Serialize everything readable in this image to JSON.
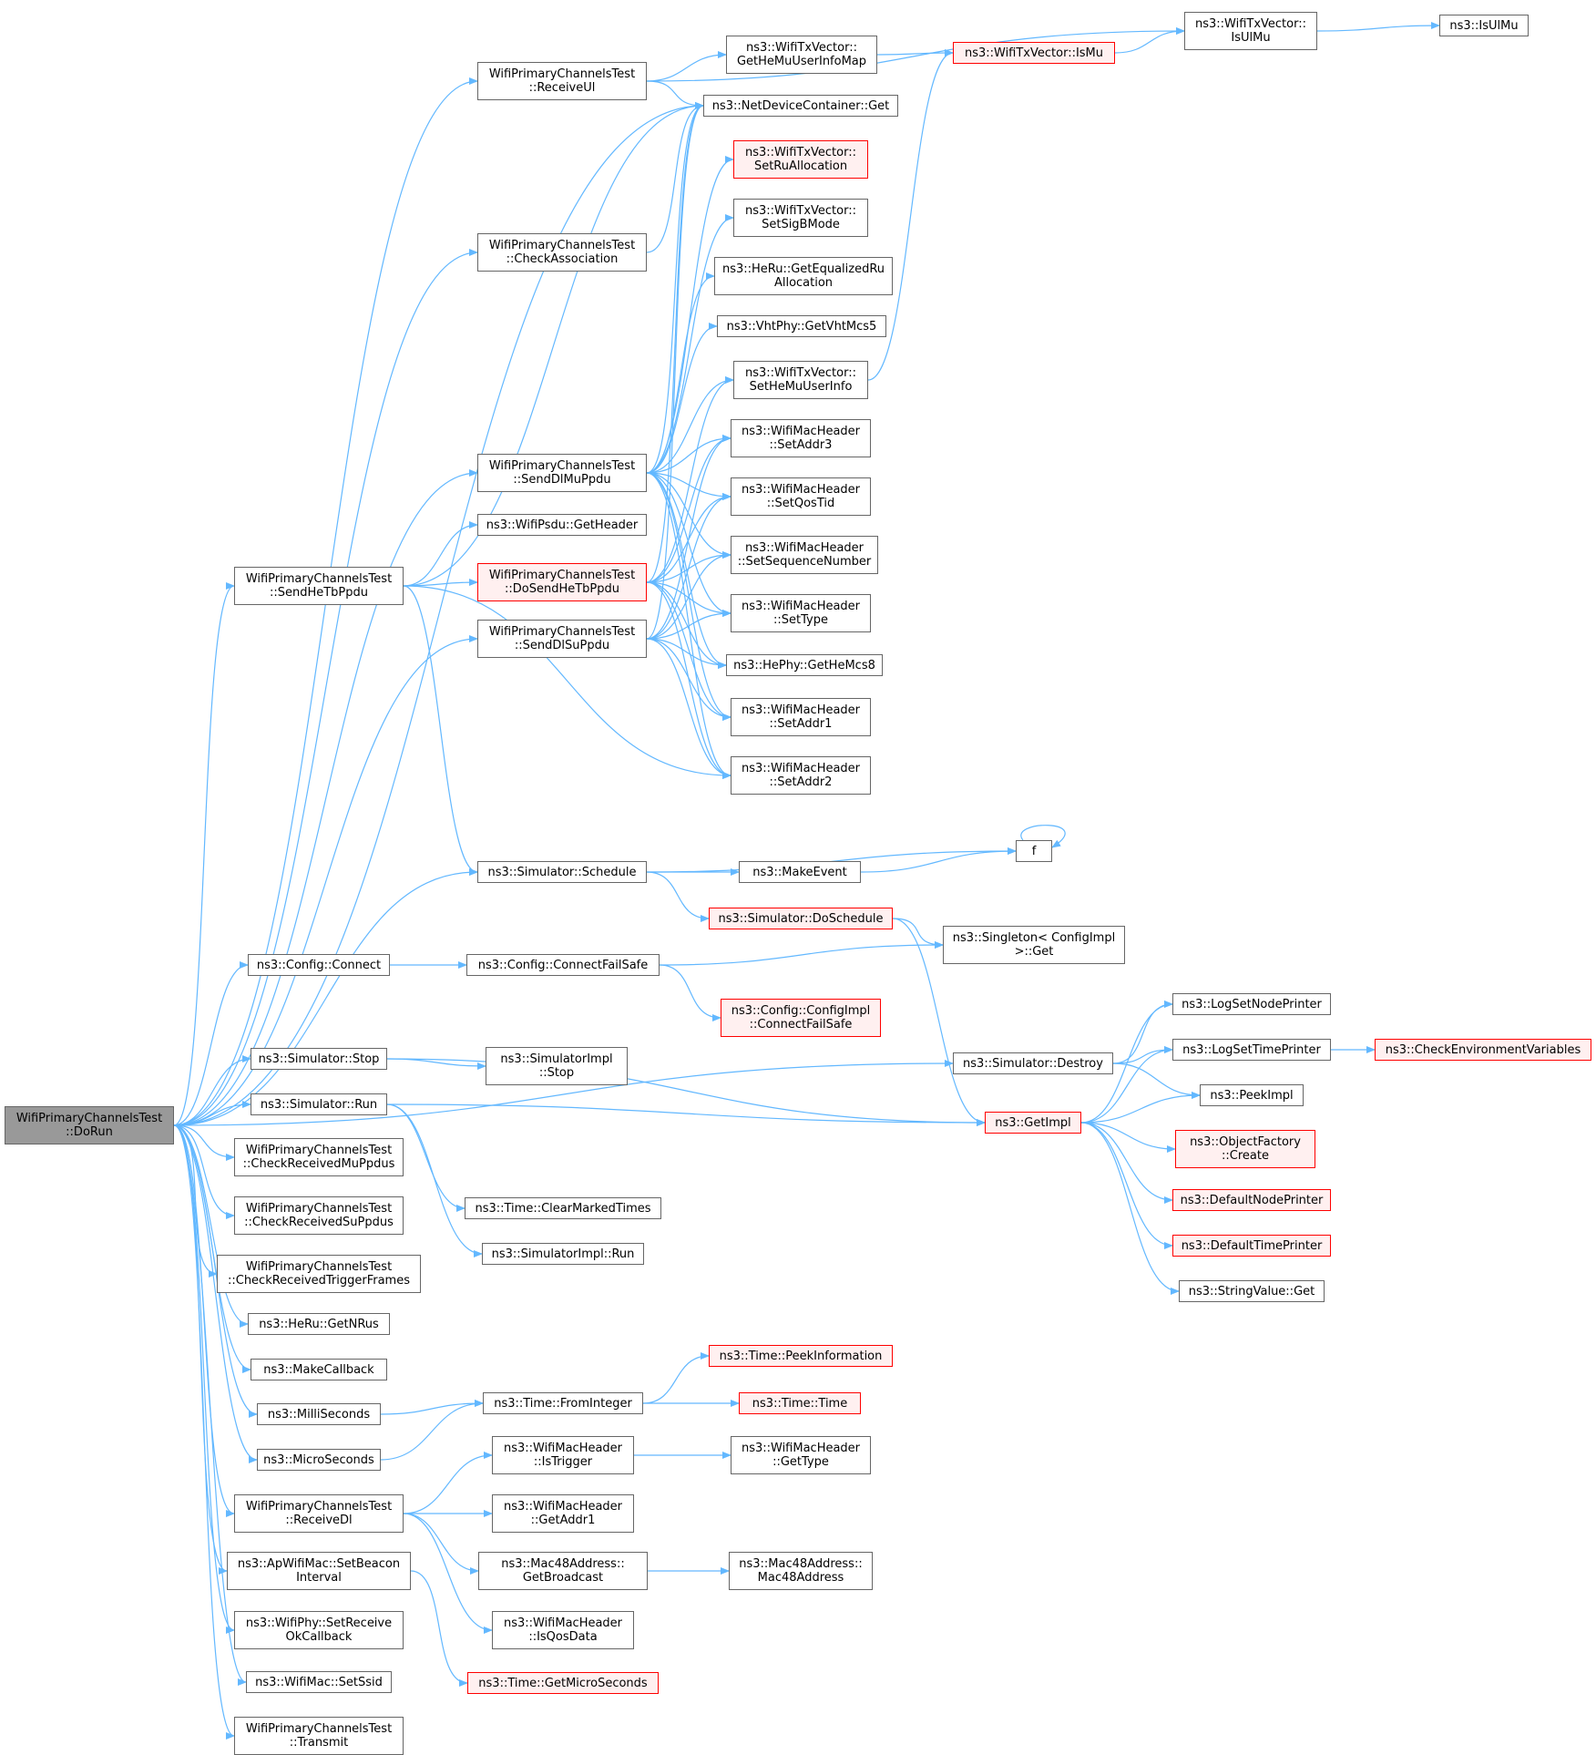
{
  "graph": {
    "edge_color": "#63b8ff",
    "nodes": [
      {
        "id": "dorun",
        "lines": [
          "WifiPrimaryChannelsTest",
          "::DoRun"
        ],
        "style": "root"
      },
      {
        "id": "receiveul",
        "lines": [
          "WifiPrimaryChannelsTest",
          "::ReceiveUl"
        ],
        "style": "normal"
      },
      {
        "id": "checkassoc",
        "lines": [
          "WifiPrimaryChannelsTest",
          "::CheckAssociation"
        ],
        "style": "normal"
      },
      {
        "id": "senddlmu",
        "lines": [
          "WifiPrimaryChannelsTest",
          "::SendDlMuPpdu"
        ],
        "style": "normal"
      },
      {
        "id": "psduhdr",
        "lines": [
          "ns3::WifiPsdu::GetHeader"
        ],
        "style": "normal"
      },
      {
        "id": "dosendhetb",
        "lines": [
          "WifiPrimaryChannelsTest",
          "::DoSendHeTbPpdu"
        ],
        "style": "red"
      },
      {
        "id": "sendhetb",
        "lines": [
          "WifiPrimaryChannelsTest",
          "::SendHeTbPpdu"
        ],
        "style": "normal"
      },
      {
        "id": "senddlsu",
        "lines": [
          "WifiPrimaryChannelsTest",
          "::SendDlSuPpdu"
        ],
        "style": "normal"
      },
      {
        "id": "getmuinfomap",
        "lines": [
          "ns3::WifiTxVector::",
          "GetHeMuUserInfoMap"
        ],
        "style": "normal"
      },
      {
        "id": "ndcget",
        "lines": [
          "ns3::NetDeviceContainer::Get"
        ],
        "style": "normal"
      },
      {
        "id": "ismu",
        "lines": [
          "ns3::WifiTxVector::IsMu"
        ],
        "style": "red"
      },
      {
        "id": "isulmu_tv",
        "lines": [
          "ns3::WifiTxVector::",
          "IsUlMu"
        ],
        "style": "normal"
      },
      {
        "id": "isulmu",
        "lines": [
          "ns3::IsUlMu"
        ],
        "style": "normal"
      },
      {
        "id": "setru",
        "lines": [
          "ns3::WifiTxVector::",
          "SetRuAllocation"
        ],
        "style": "red"
      },
      {
        "id": "setsigb",
        "lines": [
          "ns3::WifiTxVector::",
          "SetSigBMode"
        ],
        "style": "normal"
      },
      {
        "id": "equalized",
        "lines": [
          "ns3::HeRu::GetEqualizedRu",
          "Allocation"
        ],
        "style": "normal"
      },
      {
        "id": "vhtmcs5",
        "lines": [
          "ns3::VhtPhy::GetVhtMcs5"
        ],
        "style": "normal"
      },
      {
        "id": "setmuuser",
        "lines": [
          "ns3::WifiTxVector::",
          "SetHeMuUserInfo"
        ],
        "style": "normal"
      },
      {
        "id": "setaddr3",
        "lines": [
          "ns3::WifiMacHeader",
          "::SetAddr3"
        ],
        "style": "normal"
      },
      {
        "id": "setqostid",
        "lines": [
          "ns3::WifiMacHeader",
          "::SetQosTid"
        ],
        "style": "normal"
      },
      {
        "id": "setseq",
        "lines": [
          "ns3::WifiMacHeader",
          "::SetSequenceNumber"
        ],
        "style": "normal"
      },
      {
        "id": "settype",
        "lines": [
          "ns3::WifiMacHeader",
          "::SetType"
        ],
        "style": "normal"
      },
      {
        "id": "hemcs8",
        "lines": [
          "ns3::HePhy::GetHeMcs8"
        ],
        "style": "normal"
      },
      {
        "id": "setaddr1",
        "lines": [
          "ns3::WifiMacHeader",
          "::SetAddr1"
        ],
        "style": "normal"
      },
      {
        "id": "setaddr2",
        "lines": [
          "ns3::WifiMacHeader",
          "::SetAddr2"
        ],
        "style": "normal"
      },
      {
        "id": "schedule",
        "lines": [
          "ns3::Simulator::Schedule"
        ],
        "style": "normal"
      },
      {
        "id": "f",
        "lines": [
          "f"
        ],
        "style": "normal"
      },
      {
        "id": "makeevent",
        "lines": [
          "ns3::MakeEvent"
        ],
        "style": "normal"
      },
      {
        "id": "doschedule",
        "lines": [
          "ns3::Simulator::DoSchedule"
        ],
        "style": "red"
      },
      {
        "id": "singleton",
        "lines": [
          "ns3::Singleton< ConfigImpl",
          ">::Get"
        ],
        "style": "normal"
      },
      {
        "id": "cfgconnect",
        "lines": [
          "ns3::Config::Connect"
        ],
        "style": "normal"
      },
      {
        "id": "connectfs",
        "lines": [
          "ns3::Config::ConnectFailSafe"
        ],
        "style": "normal"
      },
      {
        "id": "cfgimplfs",
        "lines": [
          "ns3::Config::ConfigImpl",
          "::ConnectFailSafe"
        ],
        "style": "red"
      },
      {
        "id": "simstop",
        "lines": [
          "ns3::Simulator::Stop"
        ],
        "style": "normal"
      },
      {
        "id": "simimplstop",
        "lines": [
          "ns3::SimulatorImpl",
          "::Stop"
        ],
        "style": "normal"
      },
      {
        "id": "simdestroy",
        "lines": [
          "ns3::Simulator::Destroy"
        ],
        "style": "normal"
      },
      {
        "id": "lognode",
        "lines": [
          "ns3::LogSetNodePrinter"
        ],
        "style": "normal"
      },
      {
        "id": "logtime",
        "lines": [
          "ns3::LogSetTimePrinter"
        ],
        "style": "normal"
      },
      {
        "id": "checkenv",
        "lines": [
          "ns3::CheckEnvironmentVariables"
        ],
        "style": "red"
      },
      {
        "id": "peekimpl",
        "lines": [
          "ns3::PeekImpl"
        ],
        "style": "normal"
      },
      {
        "id": "simrun",
        "lines": [
          "ns3::Simulator::Run"
        ],
        "style": "normal"
      },
      {
        "id": "getimpl",
        "lines": [
          "ns3::GetImpl"
        ],
        "style": "red"
      },
      {
        "id": "objfactory",
        "lines": [
          "ns3::ObjectFactory",
          "::Create"
        ],
        "style": "red"
      },
      {
        "id": "defnode",
        "lines": [
          "ns3::DefaultNodePrinter"
        ],
        "style": "red"
      },
      {
        "id": "deftime",
        "lines": [
          "ns3::DefaultTimePrinter"
        ],
        "style": "red"
      },
      {
        "id": "strvalget",
        "lines": [
          "ns3::StringValue::Get"
        ],
        "style": "normal"
      },
      {
        "id": "chkmupdus",
        "lines": [
          "WifiPrimaryChannelsTest",
          "::CheckReceivedMuPpdus"
        ],
        "style": "normal"
      },
      {
        "id": "chksupdus",
        "lines": [
          "WifiPrimaryChannelsTest",
          "::CheckReceivedSuPpdus"
        ],
        "style": "normal"
      },
      {
        "id": "chktrig",
        "lines": [
          "WifiPrimaryChannelsTest",
          "::CheckReceivedTriggerFrames"
        ],
        "style": "normal"
      },
      {
        "id": "clearmarked",
        "lines": [
          "ns3::Time::ClearMarkedTimes"
        ],
        "style": "normal"
      },
      {
        "id": "simimplrun",
        "lines": [
          "ns3::SimulatorImpl::Run"
        ],
        "style": "normal"
      },
      {
        "id": "getnrus",
        "lines": [
          "ns3::HeRu::GetNRus"
        ],
        "style": "normal"
      },
      {
        "id": "makecb",
        "lines": [
          "ns3::MakeCallback"
        ],
        "style": "normal"
      },
      {
        "id": "peekinfo",
        "lines": [
          "ns3::Time::PeekInformation"
        ],
        "style": "red"
      },
      {
        "id": "millis",
        "lines": [
          "ns3::MilliSeconds"
        ],
        "style": "normal"
      },
      {
        "id": "fromint",
        "lines": [
          "ns3::Time::FromInteger"
        ],
        "style": "normal"
      },
      {
        "id": "timetime",
        "lines": [
          "ns3::Time::Time"
        ],
        "style": "red"
      },
      {
        "id": "micros",
        "lines": [
          "ns3::MicroSeconds"
        ],
        "style": "normal"
      },
      {
        "id": "istrigger",
        "lines": [
          "ns3::WifiMacHeader",
          "::IsTrigger"
        ],
        "style": "normal"
      },
      {
        "id": "gettype",
        "lines": [
          "ns3::WifiMacHeader",
          "::GetType"
        ],
        "style": "normal"
      },
      {
        "id": "receivedl",
        "lines": [
          "WifiPrimaryChannelsTest",
          "::ReceiveDl"
        ],
        "style": "normal"
      },
      {
        "id": "getaddr1",
        "lines": [
          "ns3::WifiMacHeader",
          "::GetAddr1"
        ],
        "style": "normal"
      },
      {
        "id": "setbeacon",
        "lines": [
          "ns3::ApWifiMac::SetBeacon",
          "Interval"
        ],
        "style": "normal"
      },
      {
        "id": "getbcast",
        "lines": [
          "ns3::Mac48Address::",
          "GetBroadcast"
        ],
        "style": "normal"
      },
      {
        "id": "mac48",
        "lines": [
          "ns3::Mac48Address::",
          "Mac48Address"
        ],
        "style": "normal"
      },
      {
        "id": "setrxok",
        "lines": [
          "ns3::WifiPhy::SetReceive",
          "OkCallback"
        ],
        "style": "normal"
      },
      {
        "id": "isqosdata",
        "lines": [
          "ns3::WifiMacHeader",
          "::IsQosData"
        ],
        "style": "normal"
      },
      {
        "id": "setssid",
        "lines": [
          "ns3::WifiMac::SetSsid"
        ],
        "style": "normal"
      },
      {
        "id": "getmicros",
        "lines": [
          "ns3::Time::GetMicroSeconds"
        ],
        "style": "red"
      },
      {
        "id": "transmit",
        "lines": [
          "WifiPrimaryChannelsTest",
          "::Transmit"
        ],
        "style": "normal"
      }
    ],
    "edges": [
      [
        "dorun",
        "receiveul"
      ],
      [
        "dorun",
        "ndcget"
      ],
      [
        "dorun",
        "checkassoc"
      ],
      [
        "dorun",
        "senddlmu"
      ],
      [
        "dorun",
        "sendhetb"
      ],
      [
        "dorun",
        "senddlsu"
      ],
      [
        "dorun",
        "schedule"
      ],
      [
        "dorun",
        "cfgconnect"
      ],
      [
        "dorun",
        "simdestroy"
      ],
      [
        "dorun",
        "simstop"
      ],
      [
        "dorun",
        "simrun"
      ],
      [
        "dorun",
        "chkmupdus"
      ],
      [
        "dorun",
        "chksupdus"
      ],
      [
        "dorun",
        "chktrig"
      ],
      [
        "dorun",
        "getnrus"
      ],
      [
        "dorun",
        "makecb"
      ],
      [
        "dorun",
        "millis"
      ],
      [
        "dorun",
        "micros"
      ],
      [
        "dorun",
        "receivedl"
      ],
      [
        "dorun",
        "setbeacon"
      ],
      [
        "dorun",
        "setrxok"
      ],
      [
        "dorun",
        "setssid"
      ],
      [
        "dorun",
        "transmit"
      ],
      [
        "receiveul",
        "isulmu_tv"
      ],
      [
        "receiveul",
        "getmuinfomap"
      ],
      [
        "receiveul",
        "ndcget"
      ],
      [
        "getmuinfomap",
        "ismu"
      ],
      [
        "ismu",
        "isulmu_tv"
      ],
      [
        "isulmu_tv",
        "isulmu"
      ],
      [
        "checkassoc",
        "ndcget"
      ],
      [
        "senddlmu",
        "ndcget"
      ],
      [
        "senddlmu",
        "setru"
      ],
      [
        "senddlmu",
        "setsigb"
      ],
      [
        "senddlmu",
        "equalized"
      ],
      [
        "senddlmu",
        "vhtmcs5"
      ],
      [
        "senddlmu",
        "setmuuser"
      ],
      [
        "senddlmu",
        "setaddr3"
      ],
      [
        "senddlmu",
        "setqostid"
      ],
      [
        "senddlmu",
        "setseq"
      ],
      [
        "senddlmu",
        "settype"
      ],
      [
        "senddlmu",
        "hemcs8"
      ],
      [
        "senddlmu",
        "setaddr1"
      ],
      [
        "senddlmu",
        "setaddr2"
      ],
      [
        "setmuuser",
        "ismu"
      ],
      [
        "sendhetb",
        "ndcget"
      ],
      [
        "sendhetb",
        "psduhdr"
      ],
      [
        "sendhetb",
        "dosendhetb"
      ],
      [
        "sendhetb",
        "schedule"
      ],
      [
        "sendhetb",
        "setaddr2"
      ],
      [
        "dosendhetb",
        "ndcget"
      ],
      [
        "dosendhetb",
        "setmuuser"
      ],
      [
        "dosendhetb",
        "setaddr3"
      ],
      [
        "dosendhetb",
        "setqostid"
      ],
      [
        "dosendhetb",
        "setseq"
      ],
      [
        "dosendhetb",
        "settype"
      ],
      [
        "dosendhetb",
        "hemcs8"
      ],
      [
        "dosendhetb",
        "setaddr1"
      ],
      [
        "dosendhetb",
        "setaddr2"
      ],
      [
        "senddlsu",
        "ndcget"
      ],
      [
        "senddlsu",
        "setaddr3"
      ],
      [
        "senddlsu",
        "setqostid"
      ],
      [
        "senddlsu",
        "setseq"
      ],
      [
        "senddlsu",
        "settype"
      ],
      [
        "senddlsu",
        "hemcs8"
      ],
      [
        "senddlsu",
        "setaddr1"
      ],
      [
        "senddlsu",
        "setaddr2"
      ],
      [
        "schedule",
        "f"
      ],
      [
        "schedule",
        "makeevent"
      ],
      [
        "schedule",
        "doschedule"
      ],
      [
        "makeevent",
        "f"
      ],
      [
        "f",
        "f"
      ],
      [
        "doschedule",
        "singleton"
      ],
      [
        "doschedule",
        "getimpl"
      ],
      [
        "cfgconnect",
        "connectfs"
      ],
      [
        "connectfs",
        "singleton"
      ],
      [
        "connectfs",
        "cfgimplfs"
      ],
      [
        "simstop",
        "simimplstop"
      ],
      [
        "simstop",
        "getimpl"
      ],
      [
        "simdestroy",
        "lognode"
      ],
      [
        "simdestroy",
        "logtime"
      ],
      [
        "simdestroy",
        "peekimpl"
      ],
      [
        "logtime",
        "checkenv"
      ],
      [
        "simrun",
        "getimpl"
      ],
      [
        "simrun",
        "clearmarked"
      ],
      [
        "simrun",
        "simimplrun"
      ],
      [
        "getimpl",
        "lognode"
      ],
      [
        "getimpl",
        "logtime"
      ],
      [
        "getimpl",
        "peekimpl"
      ],
      [
        "getimpl",
        "objfactory"
      ],
      [
        "getimpl",
        "defnode"
      ],
      [
        "getimpl",
        "deftime"
      ],
      [
        "getimpl",
        "strvalget"
      ],
      [
        "millis",
        "fromint"
      ],
      [
        "micros",
        "fromint"
      ],
      [
        "fromint",
        "peekinfo"
      ],
      [
        "fromint",
        "timetime"
      ],
      [
        "receivedl",
        "istrigger"
      ],
      [
        "receivedl",
        "getaddr1"
      ],
      [
        "receivedl",
        "getbcast"
      ],
      [
        "receivedl",
        "isqosdata"
      ],
      [
        "istrigger",
        "gettype"
      ],
      [
        "getbcast",
        "mac48"
      ],
      [
        "setbeacon",
        "getmicros"
      ]
    ]
  }
}
